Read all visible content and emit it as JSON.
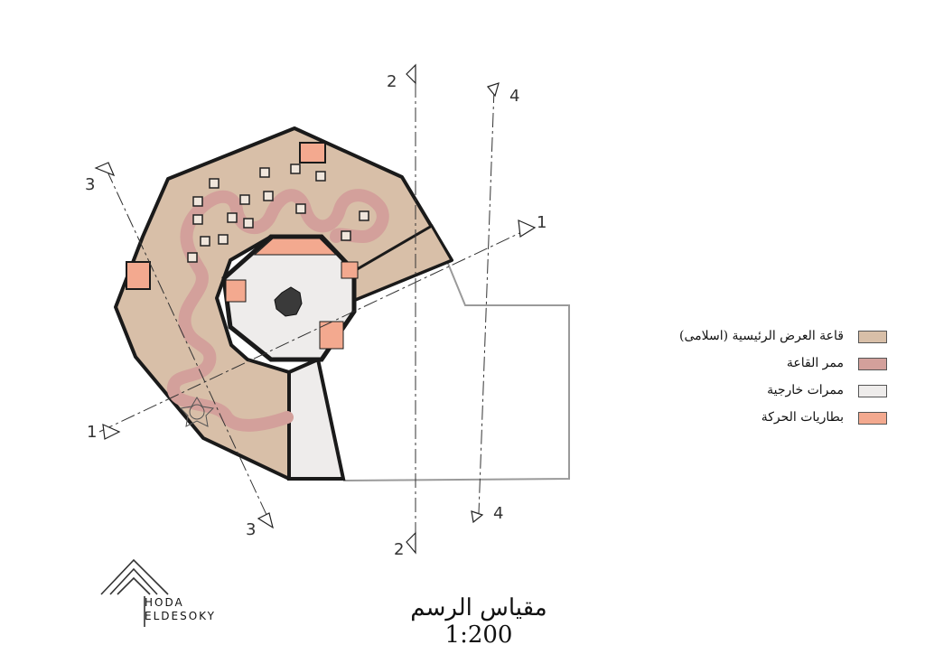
{
  "legend": {
    "items": [
      {
        "label": "قاعة العرض الرئيسية (اسلامى)",
        "color": "#d8bfa8"
      },
      {
        "label": "ممر القاعة",
        "color": "#d3a09b"
      },
      {
        "label": "ممرات خارجية",
        "color": "#eeeceb"
      },
      {
        "label": "بطاريات الحركة",
        "color": "#f3a98f"
      }
    ]
  },
  "scale_label": "مقياس الرسم 1:200",
  "logo": {
    "line1": "Hoda",
    "line2": "Eldesoky",
    "icon": "house-roof-icon"
  },
  "section_marks": {
    "m1a": "1",
    "m1b": "1",
    "m2a": "2",
    "m2b": "2",
    "m3a": "3",
    "m3b": "3",
    "m4a": "4",
    "m4b": "4"
  },
  "colors": {
    "hall": "#d8bfa8",
    "corridor": "#d3a09b",
    "external": "#eeeceb",
    "stairs": "#f3a98f",
    "wall": "#1a1a1a"
  }
}
